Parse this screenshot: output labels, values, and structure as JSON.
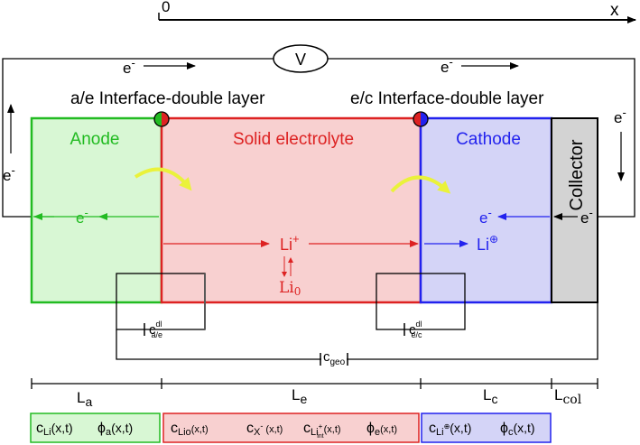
{
  "axis": {
    "origin": "0",
    "label": "x"
  },
  "voltmeter": "V",
  "electron": "e",
  "electron_charge": "-",
  "interfaces": {
    "anode_electrolyte": "a/e Interface-double layer",
    "electrolyte_cathode": "e/c Interface-double layer"
  },
  "regions": {
    "anode": "Anode",
    "electrolyte": "Solid electrolyte",
    "cathode": "Cathode",
    "collector": "Collector"
  },
  "species": {
    "li": "Li",
    "li_plus": "+",
    "li_cathode_sup": "⊕",
    "li0_base": "Li",
    "li0_sub": "0"
  },
  "capacitors": {
    "c_ae": {
      "base": "c",
      "sup": "dl",
      "sub": "a/e"
    },
    "c_ec": {
      "base": "c",
      "sup": "dl",
      "sub": "e/c"
    },
    "c_geo": {
      "base": "c",
      "sub": "geo"
    }
  },
  "lengths": {
    "la": {
      "base": "L",
      "sub": "a"
    },
    "le": {
      "base": "L",
      "sub": "e"
    },
    "lc": {
      "base": "L",
      "sub": "c"
    },
    "lcol": {
      "base": "L",
      "sub": "col"
    }
  },
  "variables": {
    "anode": {
      "c_li": {
        "base": "c",
        "sub": "Li",
        "arg": "(x,t)"
      },
      "phi_a": {
        "base": "ϕ",
        "sub": "a",
        "arg": "(x,t)"
      }
    },
    "electrolyte": {
      "c_lio": {
        "base": "c",
        "sub": "Lio",
        "arg": "(x,t)"
      },
      "c_x": {
        "base": "c",
        "sub": "X",
        "subsup": "-",
        "arg": " (x,t)"
      },
      "c_liint": {
        "base": "c",
        "sub": "Li",
        "subsup": "+",
        "subsub": "int",
        "arg": "(x,t)"
      },
      "phi_e": {
        "base": "ϕ",
        "sub": "e",
        "arg": "(x,t)"
      }
    },
    "cathode": {
      "c_li": {
        "base": "c",
        "sub": "Li",
        "subsup": "⊕",
        "arg": "(x,t)"
      },
      "phi_c": {
        "base": "ϕ",
        "sub": "c",
        "arg": "(x,t)"
      }
    }
  },
  "colors": {
    "anode_stroke": "#22bb22",
    "anode_fill": "#d8f7d4",
    "electrolyte_stroke": "#dd2222",
    "electrolyte_fill": "#f8d0d0",
    "cathode_stroke": "#2222ee",
    "cathode_fill": "#d4d4f7",
    "collector_fill": "#d3d3d3",
    "yellow_arrow": "#eaf23a"
  }
}
